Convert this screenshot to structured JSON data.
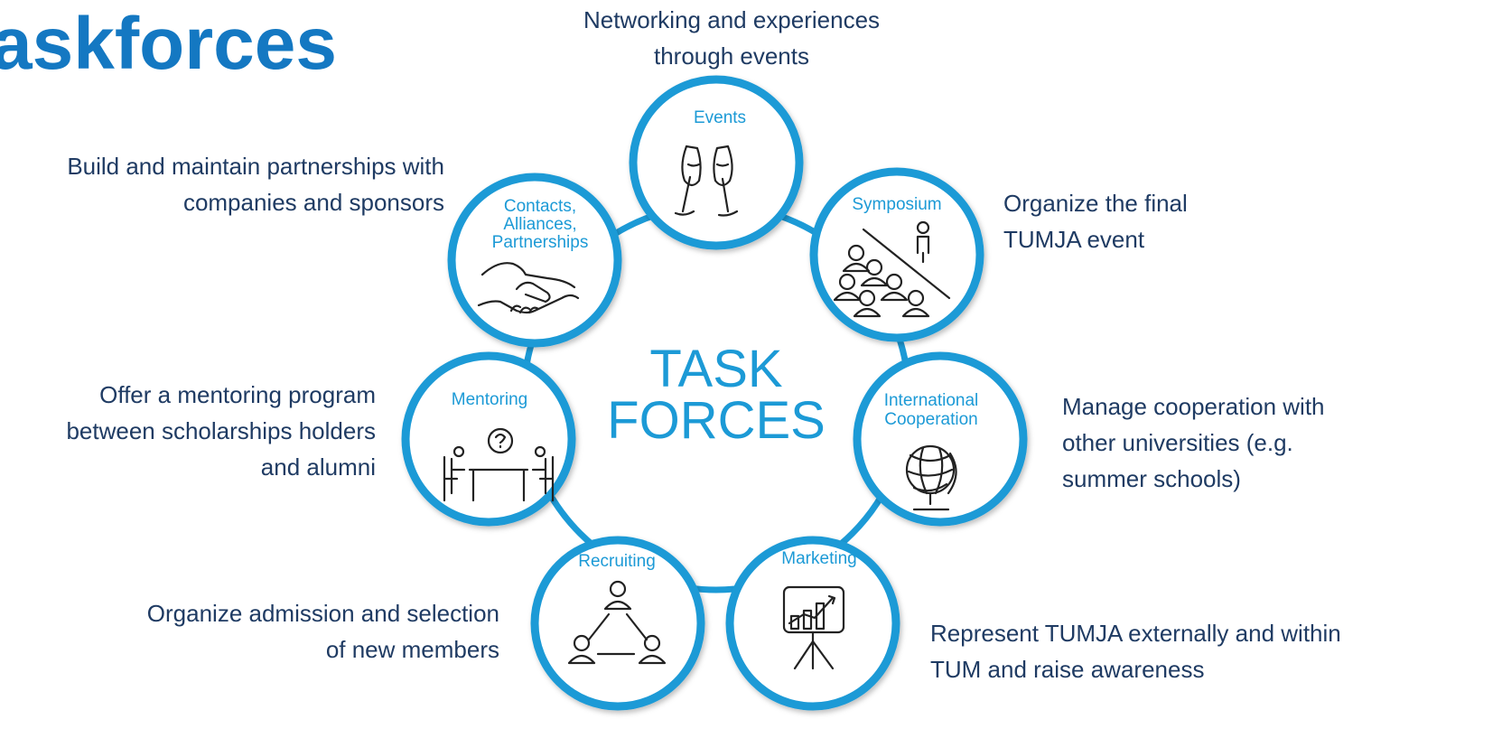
{
  "title": "askforces",
  "center": {
    "line1": "TASK",
    "line2": "FORCES"
  },
  "nodes": {
    "events": {
      "label": "Events"
    },
    "symposium": {
      "label": "Symposium"
    },
    "international": {
      "line1": "International",
      "line2": "Cooperation"
    },
    "marketing": {
      "label": "Marketing"
    },
    "recruiting": {
      "label": "Recruiting"
    },
    "mentoring": {
      "label": "Mentoring"
    },
    "contacts": {
      "line1": "Contacts,",
      "line2": "Alliances,",
      "line3": "Partnerships"
    }
  },
  "descriptions": {
    "events": {
      "line1": "Networking and experiences",
      "line2": "through events"
    },
    "symposium": {
      "line1": "Organize the final",
      "line2": "TUMJA event"
    },
    "international": {
      "line1": "Manage cooperation with",
      "line2": "other universities (e.g.",
      "line3": "summer schools)"
    },
    "marketing": {
      "line1": "Represent TUMJA externally and within",
      "line2": "TUM and raise awareness"
    },
    "recruiting": {
      "line1": "Organize admission and selection",
      "line2": "of new members"
    },
    "mentoring": {
      "line1": "Offer a mentoring program",
      "line2": "between scholarships holders",
      "line3": "and alumni"
    },
    "contacts": {
      "line1": "Build and maintain partnerships with",
      "line2": "companies and sponsors"
    }
  },
  "colors": {
    "ring": "#1c9ad6",
    "title": "#1478c2",
    "text": "#1f3b63"
  },
  "icons": {
    "events": "champagne-glasses-icon",
    "symposium": "audience-speaker-icon",
    "international": "globe-icon",
    "marketing": "flipchart-growth-icon",
    "recruiting": "people-triangle-icon",
    "mentoring": "mentoring-table-icon",
    "contacts": "handshake-icon"
  }
}
